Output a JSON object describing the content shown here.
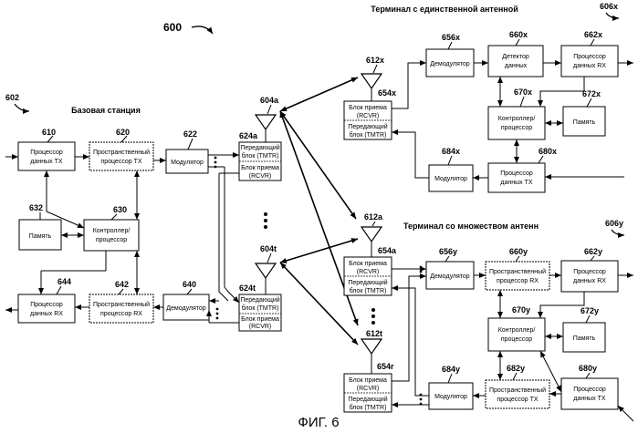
{
  "figure": {
    "caption": "ФИГ. 6",
    "ref_main": "600",
    "ref_base": "602",
    "ref_term_x": "606x",
    "ref_term_y": "606y"
  },
  "headings": {
    "base_station": "Базовая станция",
    "terminal_single": "Терминал с единственной антенной",
    "terminal_multi": "Терминал со множеством антенн"
  },
  "base_station": {
    "tx_data_proc": {
      "ref": "610",
      "line1": "Процессор",
      "line2": "данных TX"
    },
    "tx_spatial_proc": {
      "ref": "620",
      "line1": "Пространственный",
      "line2": "процессор TX"
    },
    "modulator": {
      "ref": "622",
      "line1": "Модулятор"
    },
    "memory": {
      "ref": "632",
      "line1": "Память"
    },
    "controller": {
      "ref": "630",
      "line1": "Контроллер/",
      "line2": "процессор"
    },
    "rx_data_proc": {
      "ref": "644",
      "line1": "Процессор",
      "line2": "данных RX"
    },
    "rx_spatial_proc": {
      "ref": "642",
      "line1": "Пространственный",
      "line2": "процессор RX"
    },
    "demodulator": {
      "ref": "640",
      "line1": "Демодулятор"
    },
    "transceiver_a": {
      "ref": "624a",
      "tx1": "Передающий",
      "tx2": "блок (TMTR)",
      "rx1": "Блок приема",
      "rx2": "(RCVR)"
    },
    "transceiver_t": {
      "ref": "624t",
      "tx1": "Передающий",
      "tx2": "блок (TMTR)",
      "rx1": "Блок приема",
      "rx2": "(RCVR)"
    },
    "antenna_a": "604a",
    "antenna_t": "604t"
  },
  "terminal_x": {
    "antenna": "612x",
    "transceiver": {
      "ref": "654x",
      "rx1": "Блок приема",
      "rx2": "(RCVR)",
      "tx1": "Передающий",
      "tx2": "блок (TMTR)"
    },
    "demodulator": {
      "ref": "656x",
      "line1": "Демодулятор"
    },
    "data_detector": {
      "ref": "660x",
      "line1": "Детектор",
      "line2": "данных"
    },
    "rx_data_proc": {
      "ref": "662x",
      "line1": "Процессор",
      "line2": "данных RX"
    },
    "controller": {
      "ref": "670x",
      "line1": "Контроллер/",
      "line2": "процессор"
    },
    "memory": {
      "ref": "672x",
      "line1": "Память"
    },
    "modulator": {
      "ref": "684x",
      "line1": "Модулятор"
    },
    "tx_data_proc": {
      "ref": "680x",
      "line1": "Процессор",
      "line2": "данных TX"
    }
  },
  "terminal_y": {
    "antenna_a": "612a",
    "antenna_t": "612t",
    "transceiver_a": {
      "ref": "654a",
      "rx1": "Блок приема",
      "rx2": "(RCVR)",
      "tx1": "Передающий",
      "tx2": "блок (TMTR)"
    },
    "transceiver_r": {
      "ref": "654r",
      "rx1": "Блок приема",
      "rx2": "(RCVR)",
      "tx1": "Передающий",
      "tx2": "блок (TMTR)"
    },
    "demodulator": {
      "ref": "656y",
      "line1": "Демодулятор"
    },
    "rx_spatial_proc": {
      "ref": "660y",
      "line1": "Пространственный",
      "line2": "процессор RX"
    },
    "rx_data_proc": {
      "ref": "662y",
      "line1": "Процессор",
      "line2": "данных RX"
    },
    "controller": {
      "ref": "670y",
      "line1": "Контроллер/",
      "line2": "процессор"
    },
    "memory": {
      "ref": "672y",
      "line1": "Память"
    },
    "modulator": {
      "ref": "684y",
      "line1": "Модулятор"
    },
    "tx_spatial_proc": {
      "ref": "682y",
      "line1": "Пространственный",
      "line2": "процессор TX"
    },
    "tx_data_proc": {
      "ref": "680y",
      "line1": "Процессор",
      "line2": "данных TX"
    }
  }
}
